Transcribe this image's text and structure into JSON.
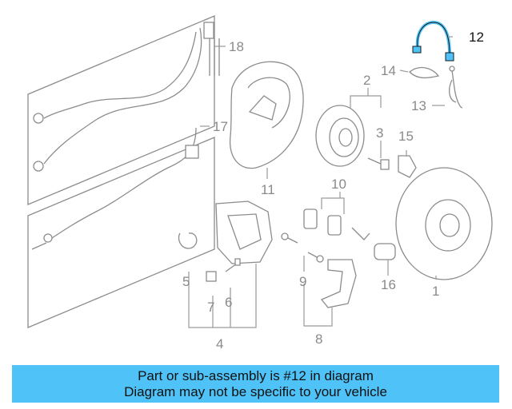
{
  "diagram": {
    "callouts": [
      "1",
      "2",
      "3",
      "4",
      "5",
      "6",
      "7",
      "8",
      "9",
      "10",
      "11",
      "12",
      "13",
      "14",
      "15",
      "16",
      "17",
      "18"
    ],
    "highlight_part": "12",
    "highlight_color": "#4fc3f7",
    "line_color": "#9a9a9a"
  },
  "banner": {
    "line1": "Part or sub-assembly is #12 in diagram",
    "line2": "Diagram may not be specific to your vehicle",
    "background": "#4fc3f7"
  }
}
